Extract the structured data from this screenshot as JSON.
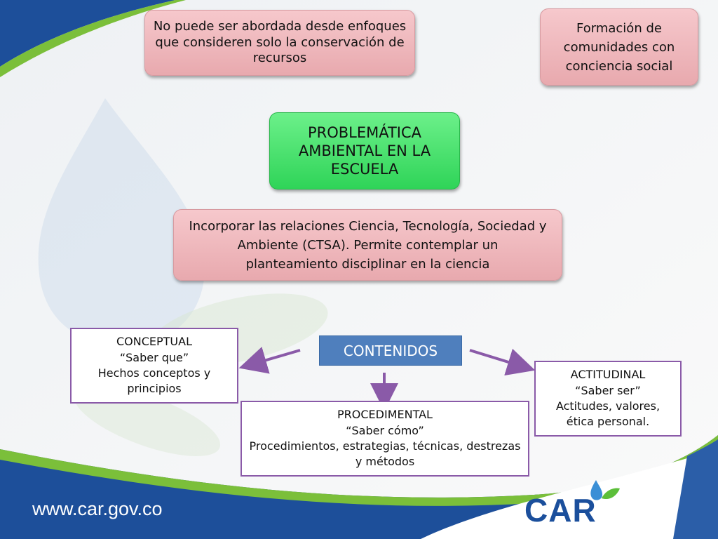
{
  "top_left_note": {
    "lines": [
      "No puede ser abordada desde enfoques",
      "que consideren solo la conservación de",
      "recursos"
    ]
  },
  "top_right_note": {
    "lines": [
      "Formación de",
      "comunidades con",
      "conciencia social"
    ]
  },
  "central_topic": {
    "lines": [
      "PROBLEMÁTICA",
      "AMBIENTAL EN LA",
      "ESCUELA"
    ]
  },
  "ctsa_note": {
    "lines": [
      "Incorporar las relaciones Ciencia, Tecnología, Sociedad y",
      "Ambiente (CTSA). Permite contemplar un",
      "planteamiento disciplinar en la ciencia"
    ]
  },
  "contenidos": {
    "label": "CONTENIDOS"
  },
  "conceptual": {
    "lines": [
      "CONCEPTUAL",
      "“Saber que”",
      "Hechos conceptos y",
      "principios"
    ]
  },
  "procedimental": {
    "lines": [
      "PROCEDIMENTAL",
      "“Saber cómo”",
      "Procedimientos, estrategias, técnicas, destrezas",
      "y métodos"
    ]
  },
  "actitudinal": {
    "lines": [
      "ACTITUDINAL",
      "“Saber ser”",
      "Actitudes, valores,",
      "ética personal."
    ]
  },
  "footer": {
    "url": "www.car.gov.co",
    "logo": "CAR"
  },
  "colors": {
    "pink": "#eab0b5",
    "green": "#3ddc62",
    "blue_box": "#4f7fbd",
    "purple_border": "#8a5aa8",
    "arrow": "#8a5aa8",
    "footer_blue": "#1b4f9c"
  }
}
